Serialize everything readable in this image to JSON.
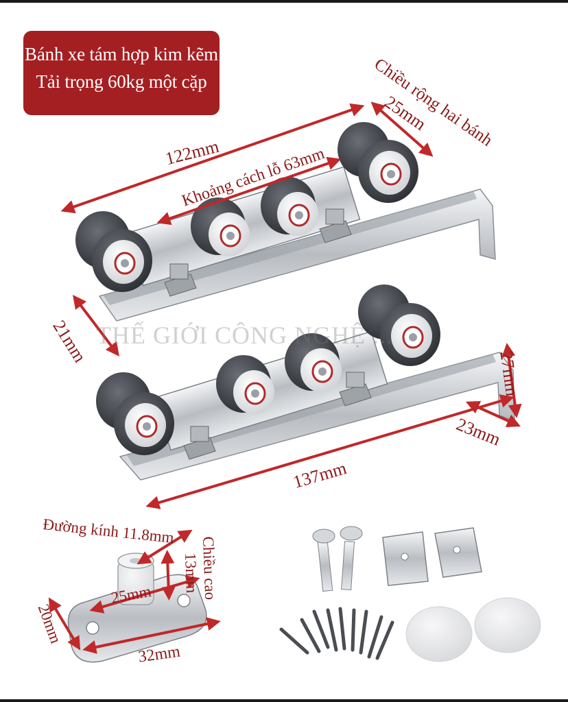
{
  "badge": {
    "line1": "Bánh xe tám hợp kim kẽm",
    "line2": "Tải trọng 60kg một cặp"
  },
  "labels": {
    "wheel_width": "Chiều rộng hai bánh",
    "wheel_width_value": "25mm",
    "length_top": "122mm",
    "hole_spacing": "Khoảng cách lỗ 63mm",
    "height_left": "21mm",
    "height_right": "27mm",
    "depth_right": "23mm",
    "length_bottom": "137mm",
    "guide_diameter": "Đường kính 11.8mm",
    "guide_height_label": "Chiều cao",
    "guide_height_value": "13mm",
    "guide_inner": "25mm",
    "guide_width": "20mm",
    "guide_length": "32mm"
  },
  "watermark": "THẾ GIỚI CÔNG NGHỆ ...",
  "colors": {
    "badge_bg": "#a41f22",
    "dimension": "#8b1a1a",
    "arrow": "#c0282a",
    "steel": "#c9ccd0",
    "wheel_dark": "#3e4147"
  }
}
